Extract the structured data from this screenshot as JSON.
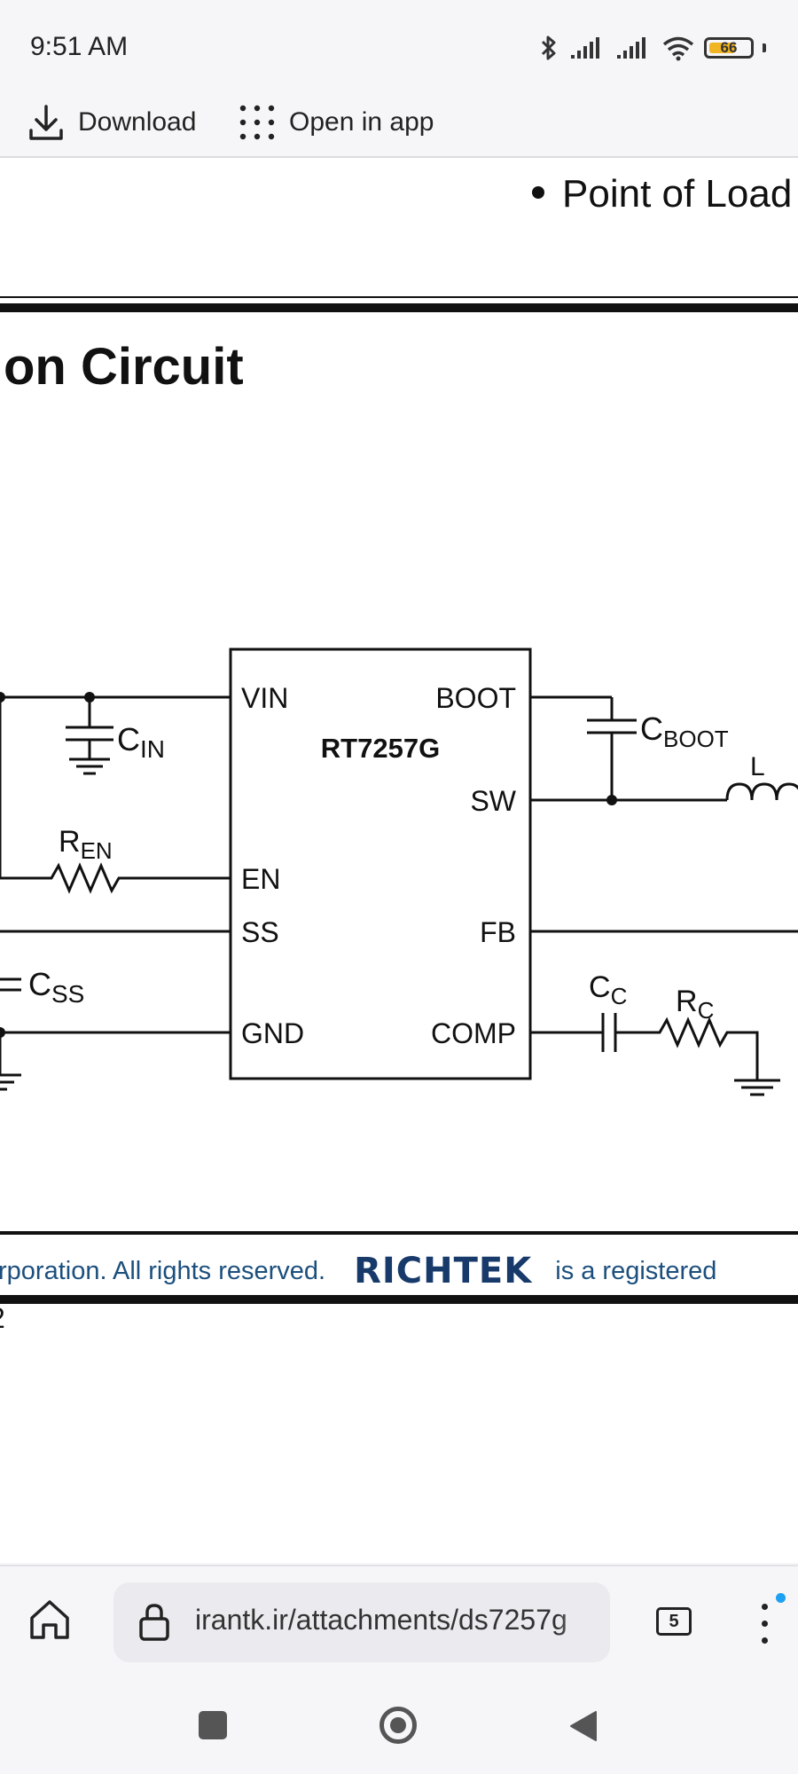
{
  "status_bar": {
    "time": "9:51 AM",
    "battery": "66",
    "battery_level": 0.66
  },
  "toolbar": {
    "download_label": "Download",
    "open_in_app_label": "Open in app"
  },
  "document": {
    "bullet": "Point of Load",
    "section_title": "on  Circuit",
    "schematic": {
      "chip_name": "RT7257G",
      "pins_left": [
        "VIN",
        "EN",
        "SS",
        "GND"
      ],
      "pins_right": [
        "BOOT",
        "SW",
        "FB",
        "COMP"
      ],
      "components": {
        "cin": {
          "main": "C",
          "sub": "IN"
        },
        "ren": {
          "main": "R",
          "sub": "EN"
        },
        "css": {
          "main": "C",
          "sub": "SS"
        },
        "cboot": {
          "main": "C",
          "sub": "BOOT"
        },
        "inductor": "L",
        "cc": {
          "main": "C",
          "sub": "C"
        },
        "rc": {
          "main": "R",
          "sub": "C"
        }
      }
    },
    "footer_text": "rporation. All rights reserved.",
    "footer_logo": "RICHTEK",
    "footer_tail": "is a registered",
    "page_fragment": "2"
  },
  "address_bar": {
    "url": "irantk.ir/attachments/ds7257g",
    "tab_count": "5"
  },
  "colors": {
    "footer_blue": "#1c4f7d",
    "logo_blue": "#173a6b",
    "notification": "#1ea1f2",
    "battery": "#f1b422"
  }
}
